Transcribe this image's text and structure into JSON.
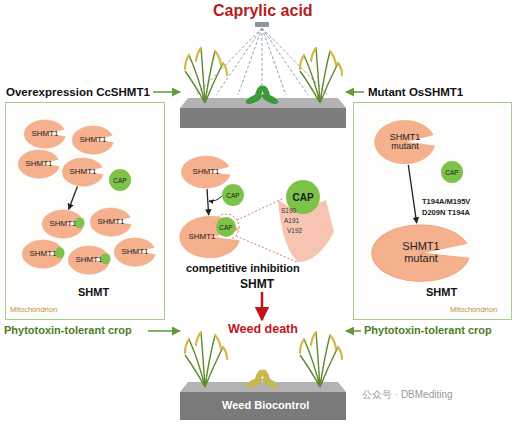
{
  "diagram": {
    "nodes": [
      {
        "text": [
          "Overexpression CcSHMT1",
          "SHMT",
          "Mitochondrion"
        ]
      },
      {
        "text": [
          "SHMT1"
        ],
        "in": 0
      },
      {
        "text": [
          "SHMT1"
        ],
        "in": 0
      },
      {
        "text": [
          "SHMT1"
        ],
        "in": 0
      },
      {
        "text": [
          "SHMT1"
        ],
        "in": 0
      },
      {
        "text": [
          "CAP"
        ],
        "in": 0
      },
      {
        "text": [
          "SHMT1"
        ],
        "in": 0
      },
      {
        "text": [
          "SHMT1"
        ],
        "in": 0
      },
      {
        "text": [
          "SHMT1"
        ],
        "in": 0
      },
      {
        "text": [
          "SHMT1"
        ],
        "in": 0
      },
      {
        "text": [
          "SHMT1"
        ],
        "in": 0
      },
      {
        "text": [
          "SHMT1"
        ]
      },
      {
        "text": [
          "CAP"
        ]
      },
      {
        "text": [
          "SHMT1"
        ]
      },
      {
        "text": [
          "CAP"
        ],
        "in": 13
      },
      {
        "text": [
          "CAP"
        ]
      },
      {
        "text": [
          "Mutant OsSHMT1",
          "SHMT",
          "Mitochondrion"
        ]
      },
      {
        "text": [
          "SHMT1 mutant"
        ],
        "in": 16
      },
      {
        "text": [
          "CAP"
        ],
        "in": 16
      },
      {
        "text": [
          "SHMT1 mutant"
        ],
        "in": 16
      }
    ],
    "edges": [
      {
        "from": 4,
        "to": 6,
        "arrow": "to"
      },
      {
        "from": 11,
        "to": 13,
        "arrow": "to"
      },
      {
        "from": 17,
        "to": 19,
        "arrow": "to"
      }
    ],
    "labels": [
      "Caprylic acid",
      "S190",
      "A191",
      "V192",
      "competitive inhibition",
      "SHMT",
      "Weed death",
      "T194A/M195V",
      "D209N T194A",
      "Phytotoxin-tolerant crop",
      "Phytotoxin-tolerant crop",
      "Weed Biocontrol",
      "公众号 · DBMediting"
    ]
  }
}
